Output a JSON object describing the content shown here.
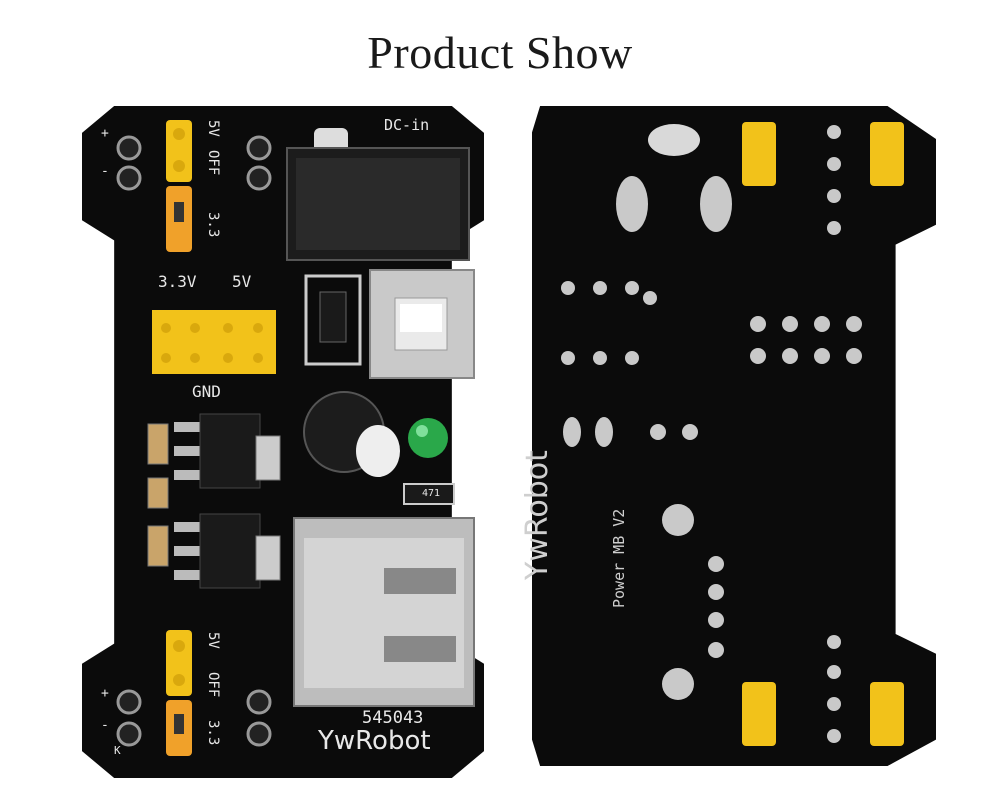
{
  "page": {
    "title": "Product Show"
  },
  "front_board": {
    "silkscreen": {
      "dc_in": "DC-in",
      "v33_label": "3.3V",
      "v5_label": "5V",
      "gnd_label": "GND",
      "top_5v": "5V",
      "top_off": "OFF",
      "top_33": "3.3",
      "bottom_5v": "5V",
      "bottom_off": "OFF",
      "bottom_33": "3.3",
      "plus_top": "+",
      "minus_top": "-",
      "plus_bottom": "+",
      "minus_bottom": "-",
      "k_label": "K",
      "part_number": "545043",
      "brand": "YwRobot",
      "resistor_code": "471"
    }
  },
  "back_board": {
    "silkscreen": {
      "brand": "YwRobot",
      "model": "Power MB V2"
    }
  },
  "colors": {
    "pcb": "#0b0b0b",
    "jumper_yellow": "#f2c21a",
    "jumper_orange": "#f0a12a",
    "led_green": "#2aa84a",
    "silkscreen": "#e8e8e8",
    "metal": "#b9b9b9"
  }
}
